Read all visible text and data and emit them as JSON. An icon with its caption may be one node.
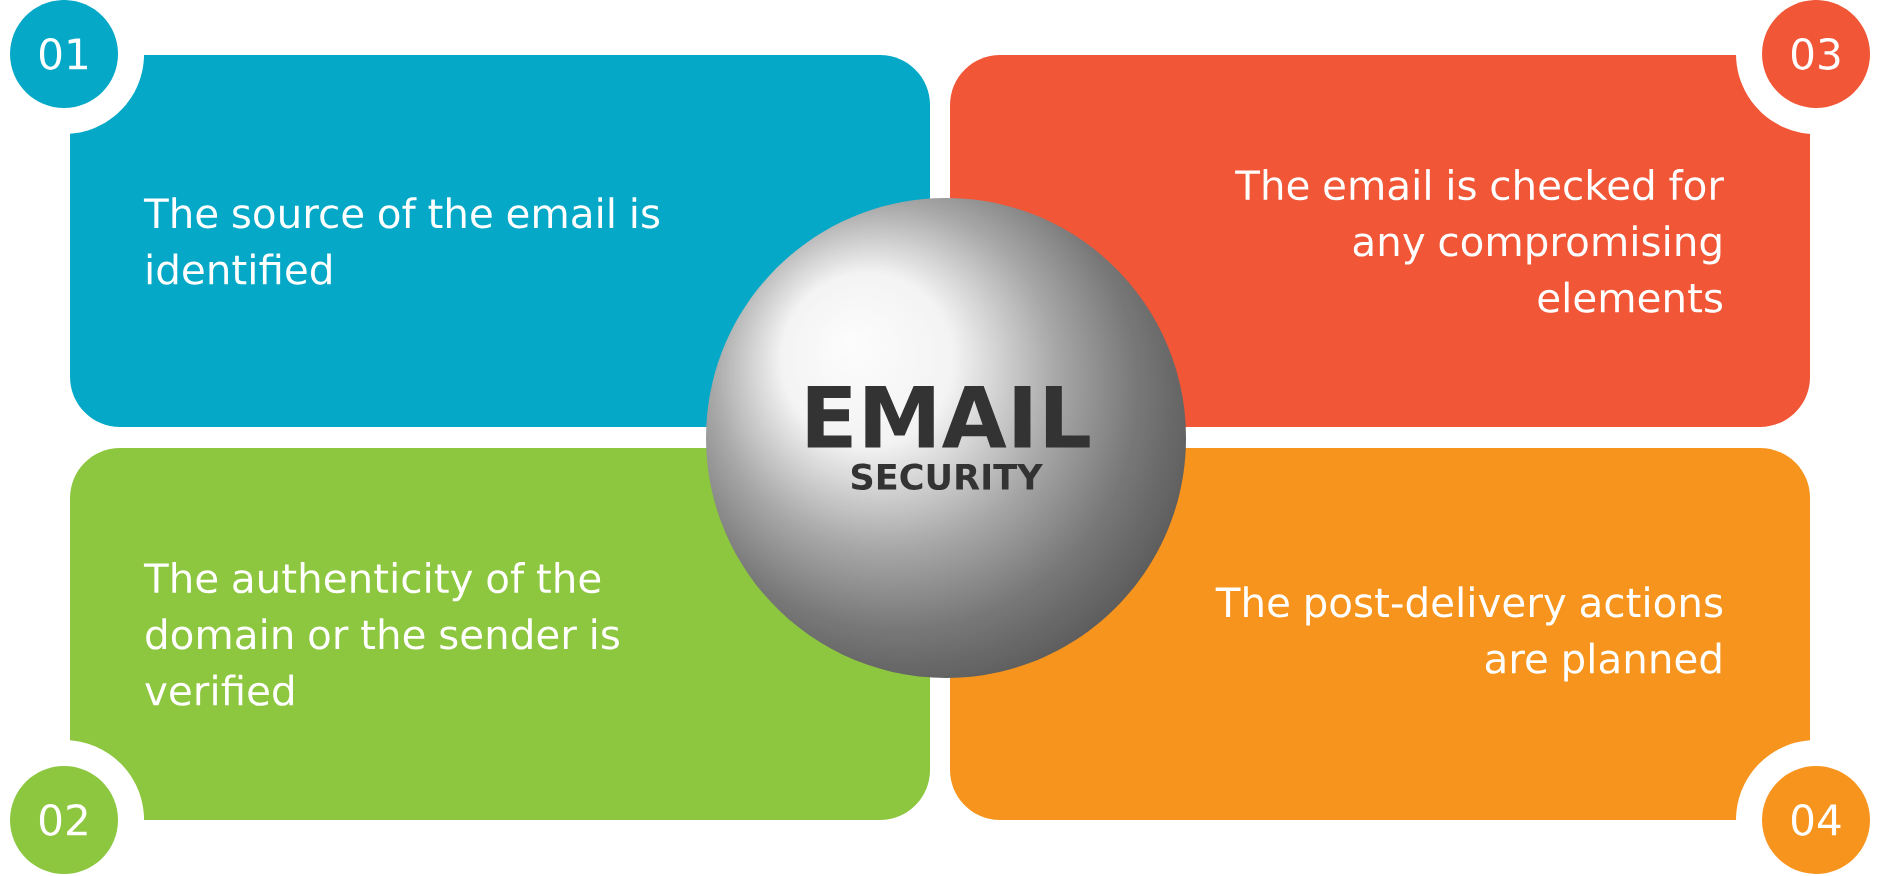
{
  "diagram": {
    "nodes": [
      {
        "text": [
          "01"
        ]
      },
      {
        "text": [
          "The source of the email is identified"
        ]
      },
      {
        "text": [
          "03"
        ]
      },
      {
        "text": [
          "The email is checked for any compromising elements"
        ]
      },
      {
        "text": [
          "EMAIL",
          "SECURITY"
        ]
      },
      {
        "text": [
          "The authenticity of the domain or the sender is verified"
        ]
      },
      {
        "text": [
          "02"
        ]
      },
      {
        "text": [
          "The post-delivery actions are planned"
        ]
      },
      {
        "text": [
          "04"
        ]
      }
    ]
  }
}
